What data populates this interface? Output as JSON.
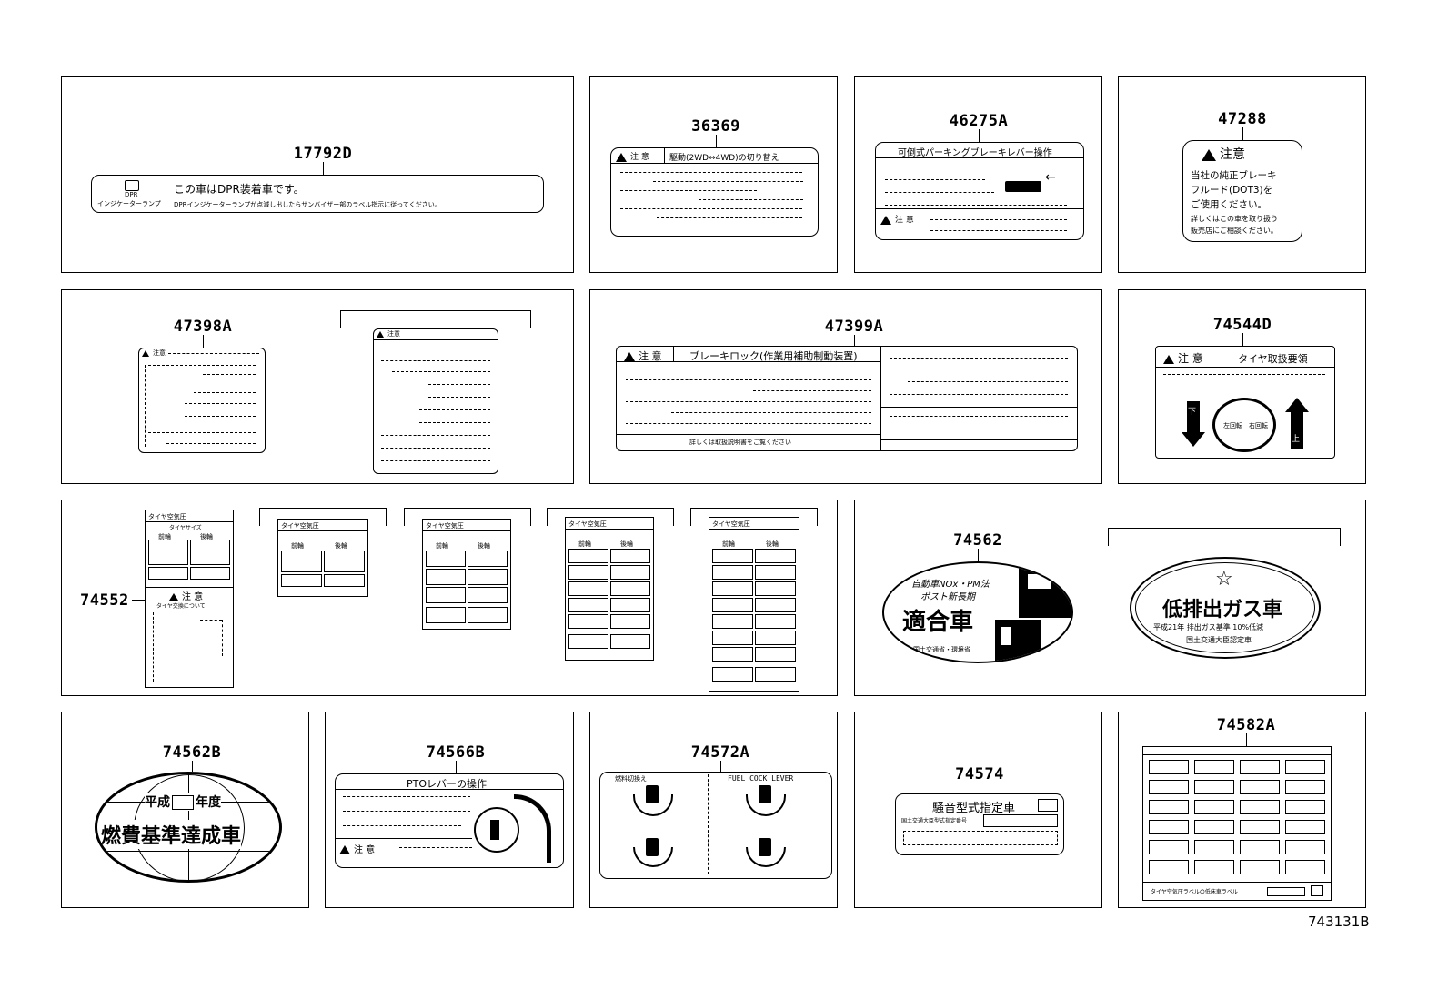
{
  "diagram_id": "743131B",
  "parts": {
    "p17792D": "17792D",
    "p36369": "36369",
    "p46275A": "46275A",
    "p47288": "47288",
    "p47398A": "47398A",
    "p47399A": "47399A",
    "p74544D": "74544D",
    "p74552": "74552",
    "p74562": "74562",
    "p74562B": "74562B",
    "p74566B": "74566B",
    "p74572A": "74572A",
    "p74574": "74574",
    "p74582A": "74582A"
  },
  "labels": {
    "l17792D": {
      "title": "この車はDPR装着車です。",
      "body": "DPRインジケーターランプが点滅し出したらサンバイザー部のラベル指示に従ってください。",
      "icon_caption_1": "DPR",
      "icon_caption_2": "インジケーターランプ"
    },
    "l36369": {
      "caution": "注 意",
      "title": "駆動(2WD⇔4WD)の切り替え"
    },
    "l46275A": {
      "title": "可倒式パーキングブレーキレバー操作",
      "caution": "注 意"
    },
    "l47288": {
      "caution": "注意",
      "lines": [
        "当社の純正ブレーキ",
        "フルード(DOT3)を",
        "ご使用ください。",
        "詳しくはこの車を取り扱う",
        "販売店にご相談ください。"
      ]
    },
    "l47398A": {
      "caution": "注意"
    },
    "l47399A": {
      "caution": "注 意",
      "title": "ブレーキロック(作業用補助制動装置)",
      "footer": "詳しくは取扱説明書をご覧ください"
    },
    "l74544D": {
      "caution": "注 意",
      "title": "タイヤ取扱要領",
      "left_arrow": "下",
      "right_arrow": "上",
      "left_dial": "左回転",
      "right_dial": "右回転"
    },
    "l74552": {
      "title": "タイヤ空気圧",
      "size_header": "タイヤサイズ",
      "front": "前輪",
      "rear": "後輪",
      "caution": "注 意",
      "note": "タイヤ交換について"
    },
    "l74562": {
      "line1": "自動車NOx・PM法",
      "line2": "ポスト新長期",
      "big": "適合車",
      "footer": "国土交通省・環境省"
    },
    "l74562_alt": {
      "star": "☆",
      "big": "低排出ガス車",
      "line1": "平成21年 排出ガス基準 10%低減",
      "line2": "国土交通大臣認定車"
    },
    "l74562B": {
      "line1": "平成",
      "line1b": "年度",
      "big": "燃費基準達成車"
    },
    "l74566B": {
      "title": "PTOレバーの操作",
      "caution": "注 意"
    },
    "l74572A": {
      "title_left": "燃料切換え",
      "title_right": "FUEL COCK LEVER"
    },
    "l74574": {
      "title": "騒音型式指定車",
      "line": "国土交通大臣型式指定番号"
    },
    "l74582A": {
      "footer": "タイヤ空気圧ラベルの低床車ラベル"
    }
  }
}
